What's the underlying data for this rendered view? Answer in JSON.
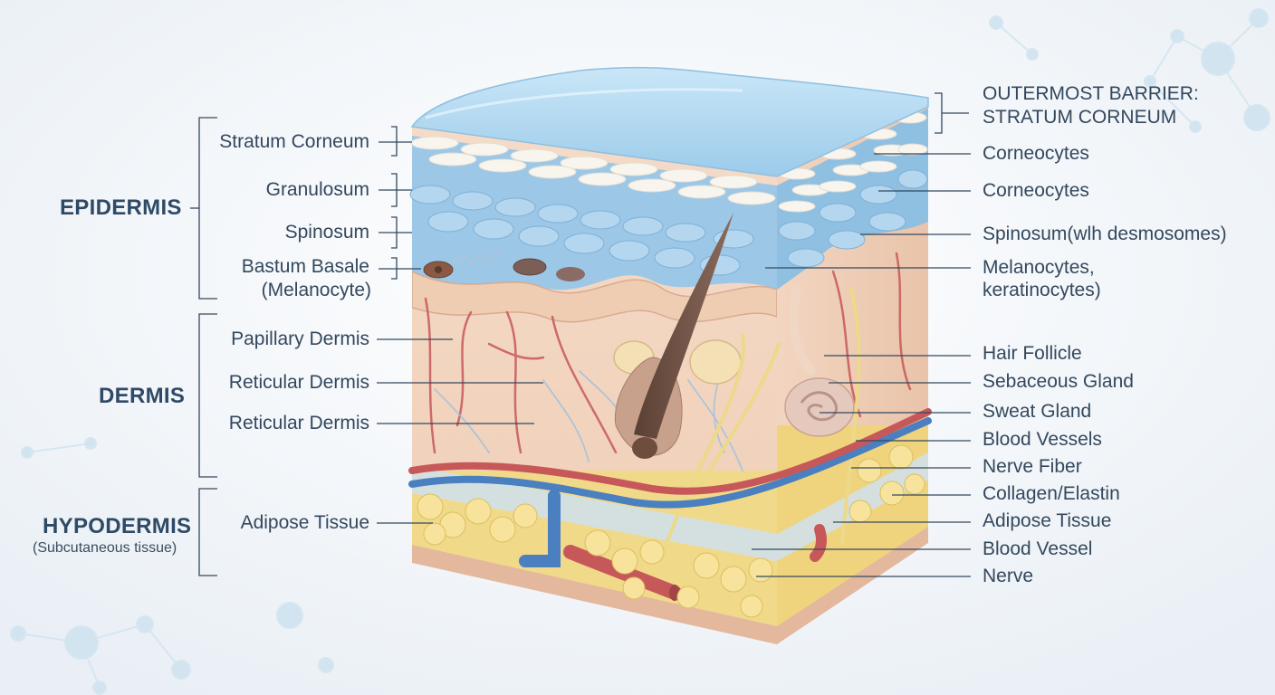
{
  "colors": {
    "background": "#f3f6f9",
    "text": "#33485e",
    "heading": "#2f4a66",
    "stratum_corneum": "#a9d3ee",
    "epidermis_cells": "#8fc1e4",
    "dermis": "#f2d2bc",
    "adipose": "#f2dc85",
    "artery": "#c7585a",
    "vein": "#4a7fc0",
    "nerve": "#ecd98a"
  },
  "regions": {
    "epidermis": "EPIDERMIS",
    "dermis": "DERMIS",
    "hypodermis": "HYPODERMIS",
    "hypodermis_sub": "(Subcutaneous tissue)"
  },
  "left_labels": {
    "stratum_corneum": "Stratum Corneum",
    "granulosum": "Granulosum",
    "spinosum": "Spinosum",
    "basale_line1": "Bastum Basale",
    "basale_line2": "(Melanocyte)",
    "papillary": "Papillary Dermis",
    "reticular_1": "Reticular Dermis",
    "reticular_2": "Reticular Dermis",
    "adipose": "Adipose Tissue"
  },
  "right_labels": {
    "barrier_line1": "OUTERMOST BARRIER:",
    "barrier_line2": "STRATUM CORNEUM",
    "corneocytes_1": "Corneocytes",
    "corneocytes_2": "Corneocytes",
    "spinosum": "Spinosum(wlh desmosomes)",
    "melano_line1": "Melanocytes,",
    "melano_line2": "keratinocytes)",
    "hair_follicle": "Hair Follicle",
    "sebaceous": "Sebaceous Gland",
    "sweat": "Sweat Gland",
    "blood_vessels": "Blood Vessels",
    "nerve_fiber": "Nerve Fiber",
    "collagen": "Collagen/Elastin",
    "adipose": "Adipose Tissue",
    "blood_vessel": "Blood Vessel",
    "nerve": "Nerve"
  }
}
